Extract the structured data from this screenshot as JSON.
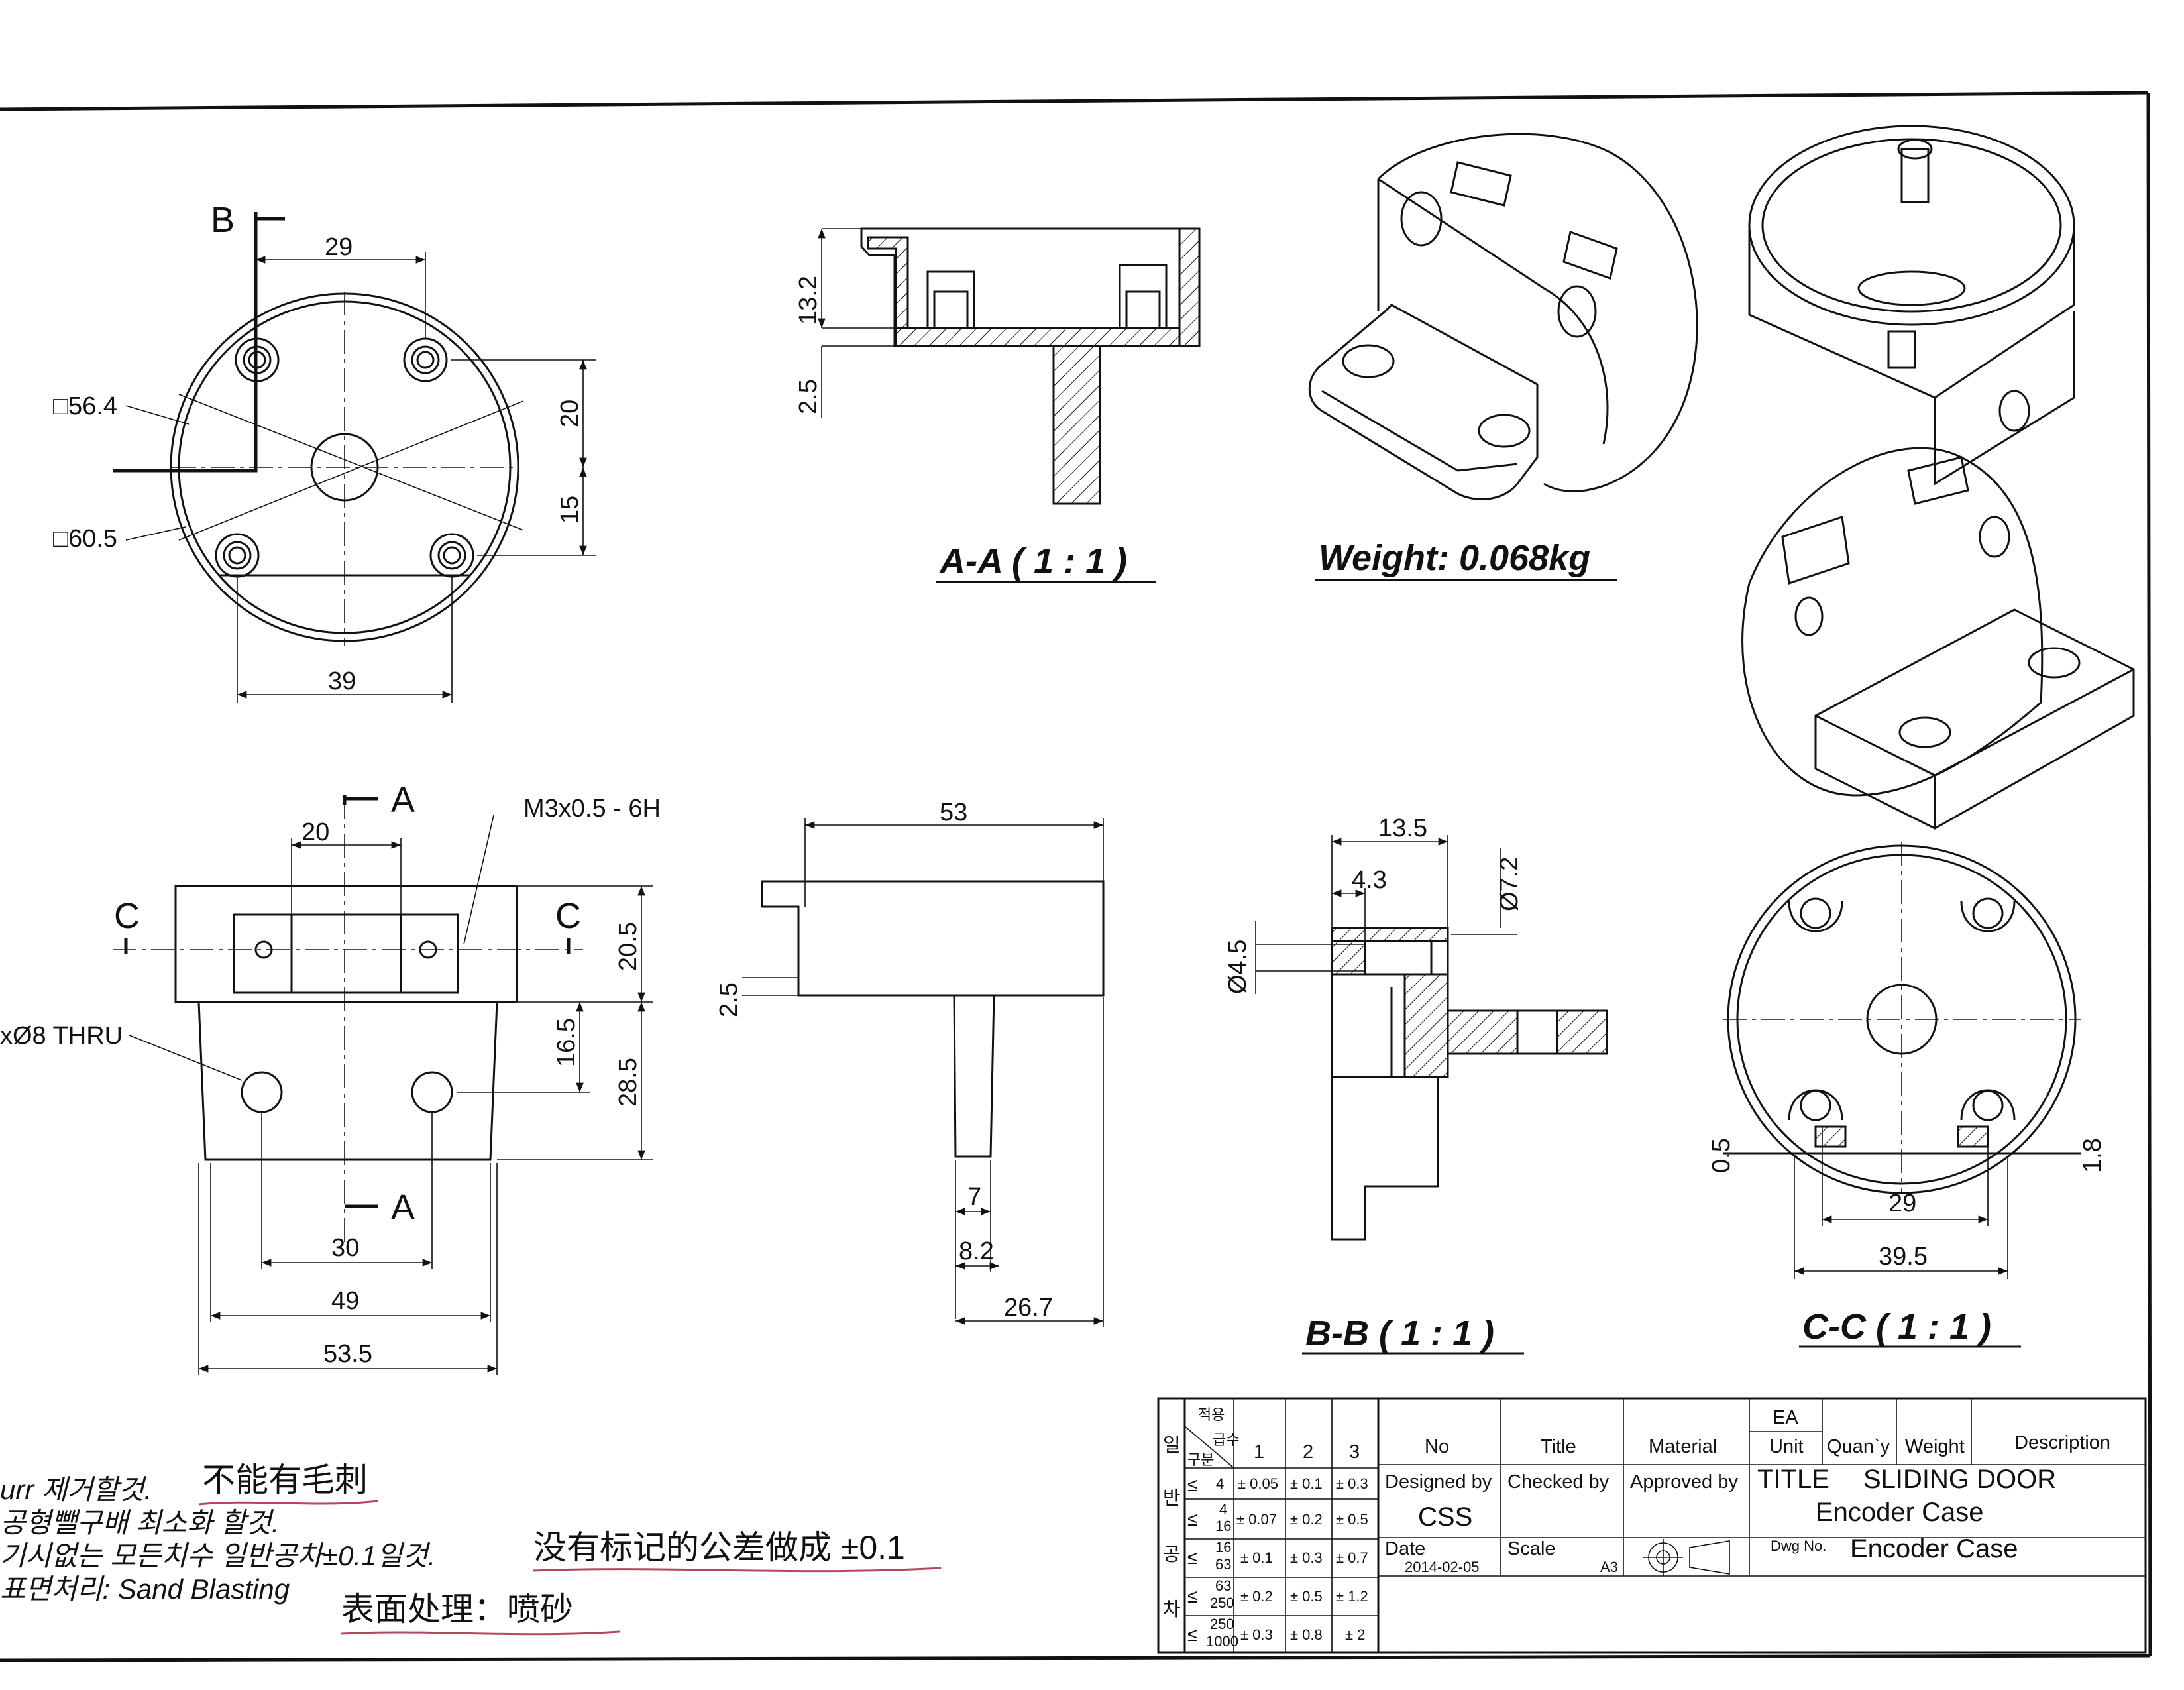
{
  "views": {
    "top": {
      "section_B": "B",
      "dims": [
        "29",
        "20",
        "15",
        "39"
      ],
      "square_a": "□56.4",
      "square_b": "□60.5"
    },
    "aa": {
      "dims": [
        "13.2",
        "2.5"
      ],
      "title": "A-A ( 1 : 1 )"
    },
    "weight": "Weight: 0.068kg",
    "front": {
      "section_A": "A",
      "section_C": "C",
      "dims": [
        "20",
        "20.5",
        "16.5",
        "28.5",
        "30",
        "49",
        "53.5"
      ],
      "thread_note": "M3x0.5 - 6H",
      "hole_note": "xØ8 THRU"
    },
    "side": {
      "dims": [
        "53",
        "2.5",
        "7",
        "8.2",
        "26.7"
      ]
    },
    "bb": {
      "dims": [
        "13.5",
        "4.3",
        "Ø7.2",
        "Ø4.5"
      ],
      "title": "B-B ( 1 : 1 )"
    },
    "cc": {
      "dims": [
        "0.5",
        "1.8",
        "29",
        "39.5"
      ],
      "title": "C-C ( 1 : 1 )"
    }
  },
  "notes": [
    "urr 제거할것.",
    "공형뺄구배 최소화 할것.",
    "기시없는 모든치수 일반공차±0.1일것.",
    "표면처리:  Sand Blasting"
  ],
  "handwritten": [
    "不能有毛刺",
    "没有标记的公差做成 ±0.1",
    "表面处理：喷砂"
  ],
  "tolerance_table": {
    "side_label": [
      "일",
      "반",
      "공",
      "차"
    ],
    "corner_top": "적용",
    "corner_mid": "급수",
    "corner_bottom": "구분",
    "grades": [
      "1",
      "2",
      "3"
    ],
    "rows": [
      {
        "range": [
          "4"
        ],
        "values": [
          "± 0.05",
          "± 0.1",
          "± 0.3"
        ]
      },
      {
        "range": [
          "4",
          "16"
        ],
        "values": [
          "± 0.07",
          "± 0.2",
          "± 0.5"
        ]
      },
      {
        "range": [
          "16",
          "63"
        ],
        "values": [
          "± 0.1",
          "± 0.3",
          "± 0.7"
        ]
      },
      {
        "range": [
          "63",
          "250"
        ],
        "values": [
          "± 0.2",
          "± 0.5",
          "± 1.2"
        ]
      },
      {
        "range": [
          "250",
          "1000"
        ],
        "values": [
          "± 0.3",
          "± 0.8",
          "± 2"
        ]
      }
    ],
    "le_symbol": "≤"
  },
  "title_block": {
    "no_label": "No",
    "title_label": "Title",
    "material_label": "Material",
    "ea_label": "EA",
    "unit_label": "Unit",
    "quantity_label": "Quan`y",
    "weight_label": "Weight",
    "description_label": "Description",
    "designed_by_label": "Designed by",
    "checked_by_label": "Checked by",
    "approved_by_label": "Approved by",
    "designer": "CSS",
    "date_label": "Date",
    "date": "2014-02-05",
    "scale_label": "Scale",
    "sheet_size": "A3",
    "title_word": "TITLE",
    "title_line1": "SLIDING DOOR",
    "title_line2": "Encoder Case",
    "dwg_no_label": "Dwg No.",
    "dwg_no": "Encoder Case"
  }
}
